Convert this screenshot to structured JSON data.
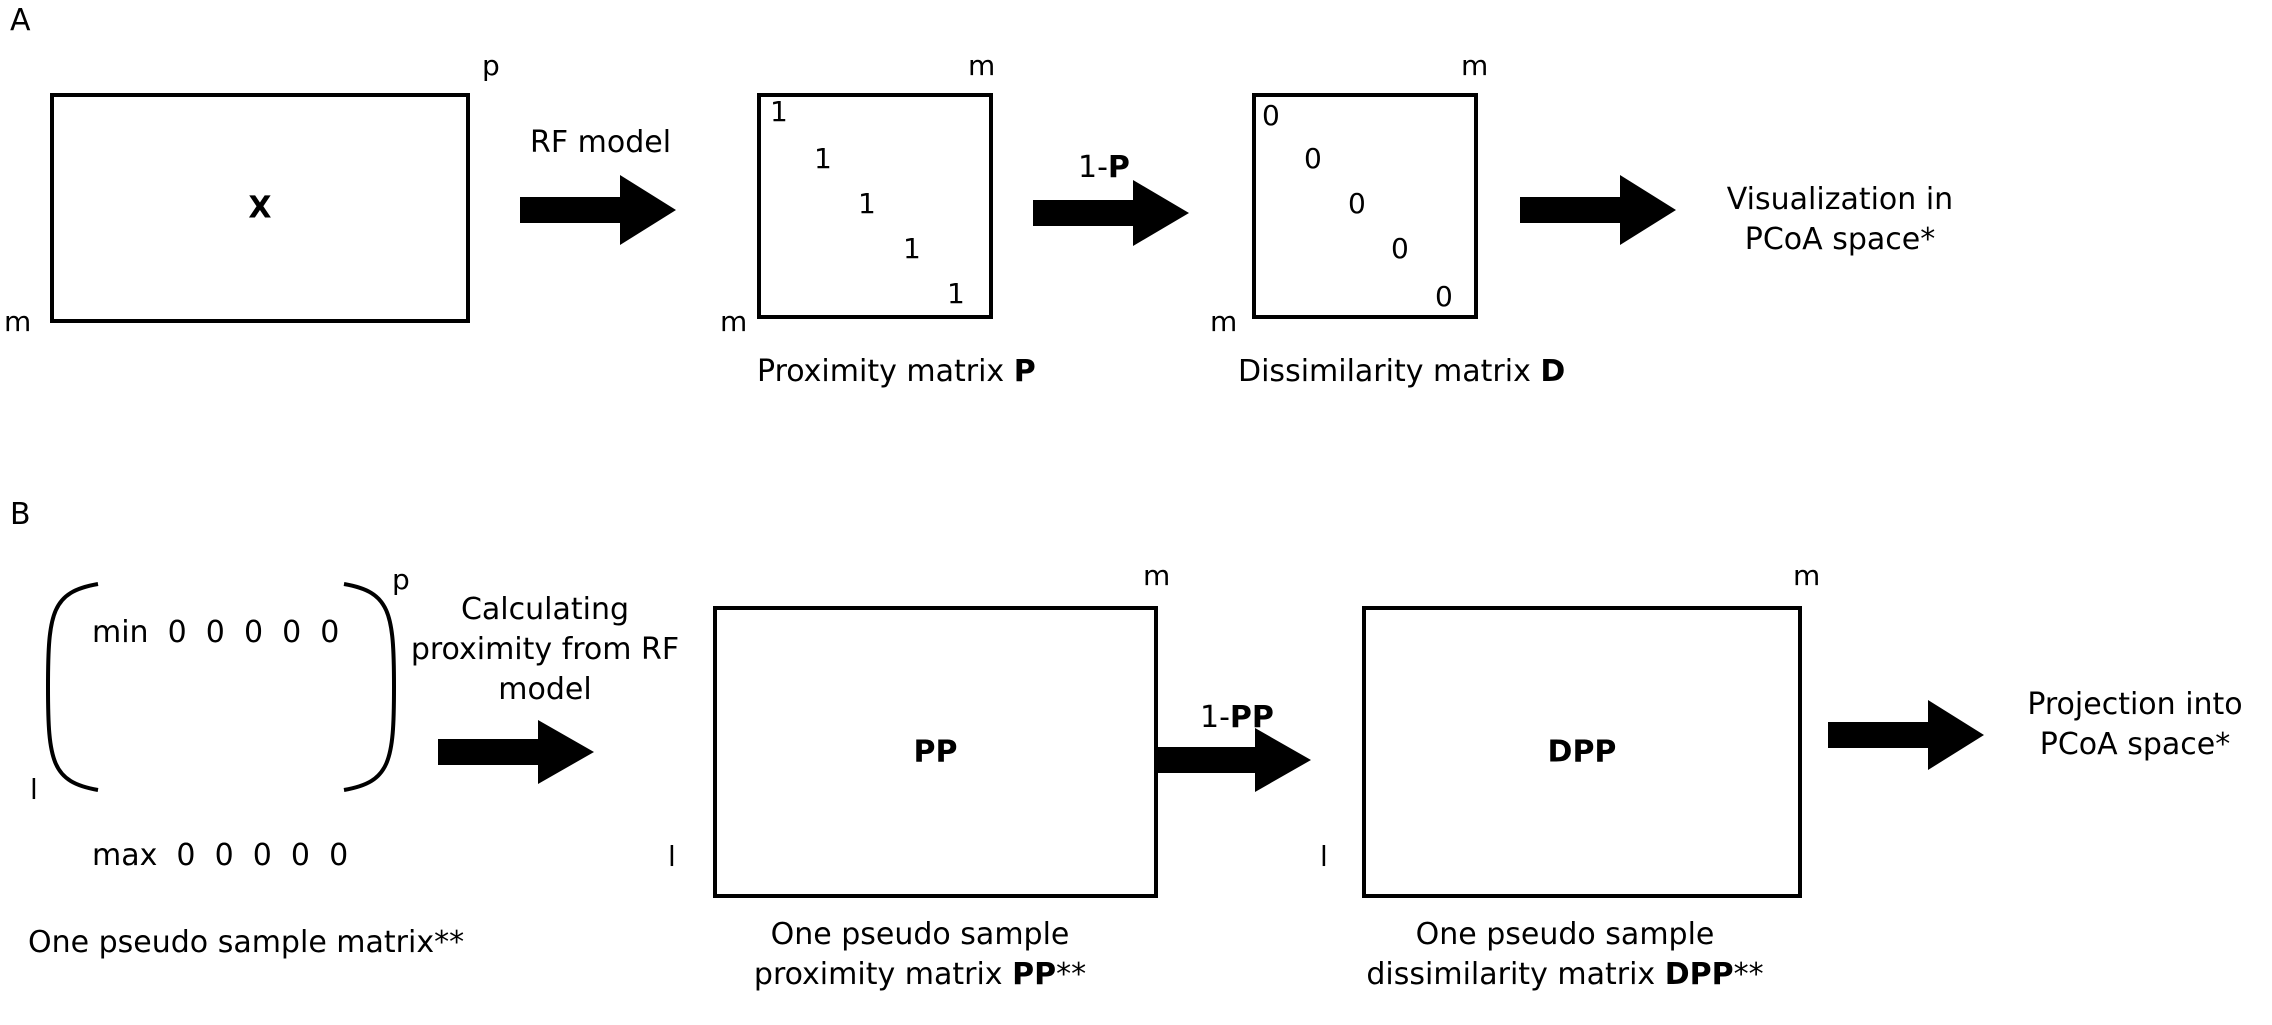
{
  "panel_a": {
    "letter": "A",
    "x_matrix": {
      "label": "X",
      "col_dim": "p",
      "row_dim": "m"
    },
    "arrow1_label": "RF model",
    "proximity": {
      "col_dim": "m",
      "row_dim": "m",
      "diagonal": [
        "1",
        "1",
        "1",
        "1",
        "1"
      ],
      "caption_text": "Proximity matrix ",
      "caption_bold": "P"
    },
    "arrow2_prefix": "1-",
    "arrow2_bold": "P",
    "dissimilarity": {
      "col_dim": "m",
      "row_dim": "m",
      "diagonal": [
        "0",
        "0",
        "0",
        "0",
        "0"
      ],
      "caption_text": "Dissimilarity matrix ",
      "caption_bold": "D"
    },
    "result_line1": "Visualization in",
    "result_line2": "PCoA space*"
  },
  "panel_b": {
    "letter": "B",
    "pseudo": {
      "col_dim": "p",
      "row_dim": "l",
      "row_min": "min  0  0  0  0  0",
      "row_max": "max  0  0  0  0  0",
      "caption": "One pseudo sample matrix**"
    },
    "arrow1_line1": "Calculating",
    "arrow1_line2": "proximity from RF",
    "arrow1_line3": "model",
    "pp": {
      "label": "PP",
      "col_dim": "m",
      "row_dim": "l",
      "caption_line1": "One pseudo sample",
      "caption_line2_text": "proximity matrix ",
      "caption_line2_bold": "PP",
      "caption_line2_suffix": "**"
    },
    "arrow2_prefix": "1-",
    "arrow2_bold": "PP",
    "dpp": {
      "label": "DPP",
      "col_dim": "m",
      "row_dim": "l",
      "caption_line1": "One pseudo sample",
      "caption_line2_text": "dissimilarity matrix ",
      "caption_line2_bold": "DPP",
      "caption_line2_suffix": "**"
    },
    "result_line1": "Projection into",
    "result_line2": "PCoA space*"
  }
}
